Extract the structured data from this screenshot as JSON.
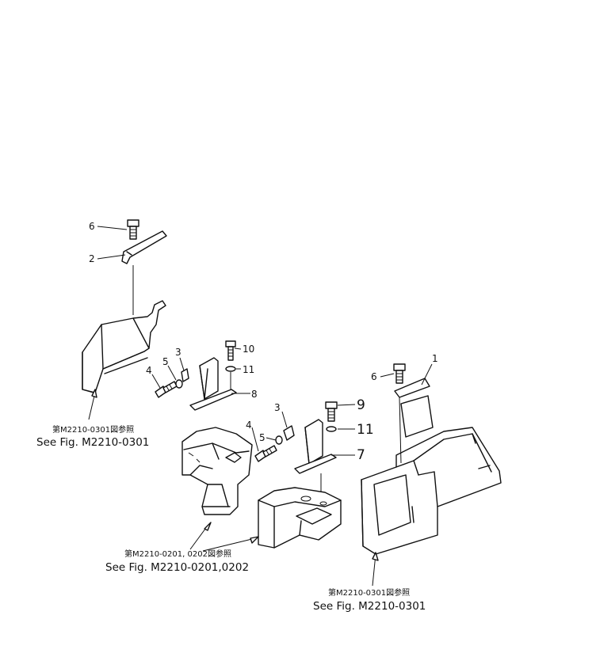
{
  "callouts": {
    "c1": "1",
    "c2": "2",
    "c3a": "3",
    "c3b": "3",
    "c4a": "4",
    "c4b": "4",
    "c5a": "5",
    "c5b": "5",
    "c6a": "6",
    "c6b": "6",
    "c7": "7",
    "c8": "8",
    "c9": "9",
    "c10": "10",
    "c11a": "11",
    "c11b": "11"
  },
  "references": {
    "left": {
      "jp": "第M2210-0301図参照",
      "en": "See Fig. M2210-0301"
    },
    "center": {
      "jp": "第M2210-0201, 0202図参照",
      "en": "See Fig. M2210-0201,0202"
    },
    "right": {
      "jp": "第M2210-0301図参照",
      "en": "See Fig. M2210-0301"
    }
  }
}
